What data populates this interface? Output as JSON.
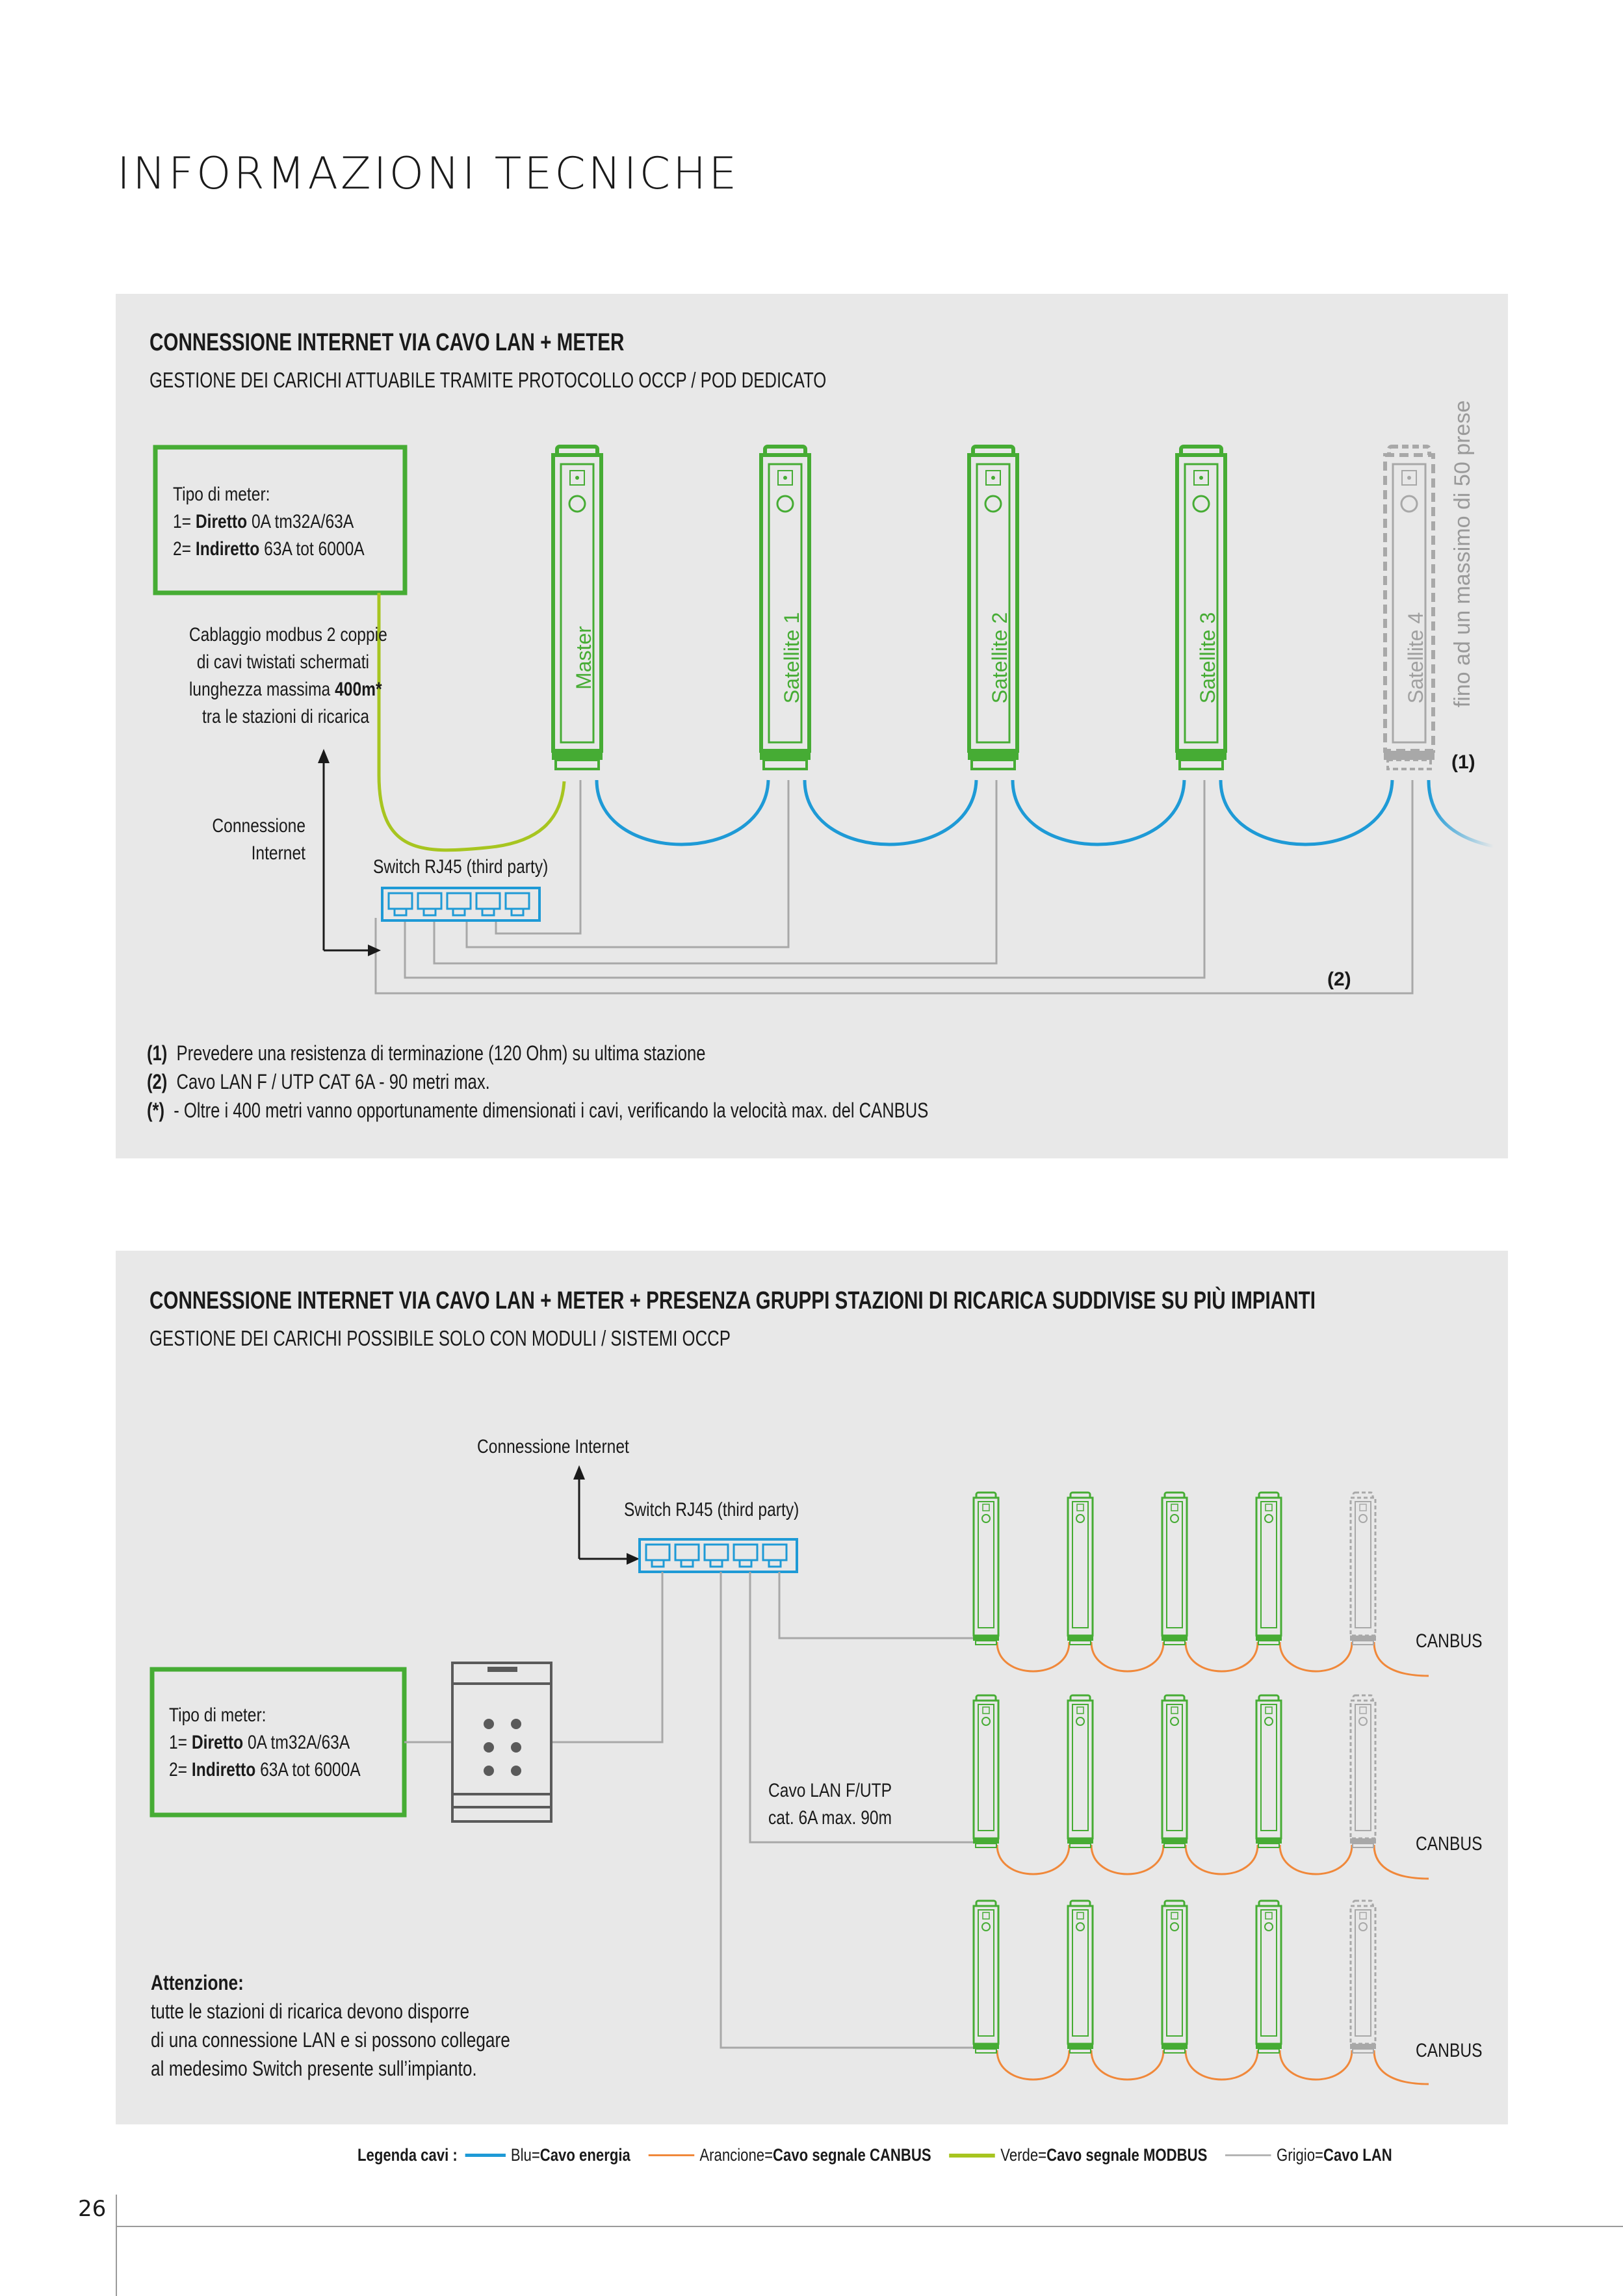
{
  "page": {
    "title": "INFORMAZIONI TECNICHE",
    "number": "26"
  },
  "section1": {
    "heading": "CONNESSIONE INTERNET VIA CAVO LAN + METER",
    "subheading": "GESTIONE DEI CARICHI ATTUABILE TRAMITE PROTOCOLLO OCCP / POD DEDICATO",
    "meter_box": {
      "line1": "Tipo di meter:",
      "line2_prefix": "1= ",
      "line2_bold": "Diretto",
      "line2_rest": " 0A tm32A/63A",
      "line3_prefix": "2= ",
      "line3_bold": "Indiretto",
      "line3_rest": " 63A tot 6000A"
    },
    "modbus_note": {
      "line1": "Cablaggio modbus 2 coppie",
      "line2": "di cavi twistati schermati",
      "line3_prefix": "lunghezza massima ",
      "line3_bold": "400m*",
      "line4": "tra le stazioni di ricarica"
    },
    "internet_label_1": "Connessione",
    "internet_label_2": "Internet",
    "switch_label": "Switch RJ45 (third party)",
    "stations": [
      "Master",
      "Satellite 1",
      "Satellite 2",
      "Satellite 3",
      "Satellite 4"
    ],
    "max_label": "fino ad un massimo di 50 prese",
    "marker_1": "(1)",
    "marker_2": "(2)",
    "notes": [
      {
        "key": "(1)",
        "text": "Prevedere una resistenza di terminazione (120 Ohm) su ultima stazione"
      },
      {
        "key": "(2)",
        "text": "Cavo LAN F / UTP CAT 6A - 90 metri max."
      },
      {
        "key": "(*)",
        "text": "- Oltre i 400 metri vanno opportunamente dimensionati i cavi, verificando la velocità max. del CANBUS"
      }
    ]
  },
  "section2": {
    "heading": "CONNESSIONE INTERNET VIA CAVO LAN + METER + PRESENZA GRUPPI STAZIONI DI RICARICA SUDDIVISE SU PIÙ IMPIANTI",
    "subheading": "GESTIONE DEI CARICHI POSSIBILE SOLO CON MODULI / SISTEMI OCCP",
    "internet_label": "Connessione Internet",
    "switch_label": "Switch RJ45 (third party)",
    "meter_box": {
      "line1": "Tipo di meter:",
      "line2_prefix": "1= ",
      "line2_bold": "Diretto",
      "line2_rest": " 0A tm32A/63A",
      "line3_prefix": "2= ",
      "line3_bold": "Indiretto",
      "line3_rest": " 63A tot 6000A"
    },
    "cable_label_1": "Cavo LAN F/UTP",
    "cable_label_2": "cat. 6A max. 90m",
    "canbus_labels": [
      "CANBUS",
      "CANBUS",
      "CANBUS"
    ],
    "warning_title": "Attenzione:",
    "warning_lines": [
      "tutte le stazioni di ricarica devono disporre",
      "di una connessione LAN e si possono collegare",
      "al medesimo Switch presente sull’impianto."
    ]
  },
  "legend": {
    "title": "Legenda cavi :",
    "items": [
      {
        "color_name": "Blu",
        "eq": " = ",
        "meaning": "Cavo energia",
        "color": "#1e9ad6"
      },
      {
        "color_name": "Arancione",
        "eq": " = ",
        "meaning": "Cavo segnale CANBUS",
        "color": "#f0883a"
      },
      {
        "color_name": "Verde",
        "eq": " = ",
        "meaning": "Cavo segnale MODBUS",
        "color": "#a7c520"
      },
      {
        "color_name": "Grigio",
        "eq": " = ",
        "meaning": "Cavo LAN",
        "color": "#b5b5b5"
      }
    ]
  },
  "colors": {
    "green": "#46ac34",
    "blue": "#1e9ad6",
    "lime": "#a7c520",
    "orange": "#f0883a",
    "gray": "#a8a8a8",
    "panel": "#e8e8e8"
  }
}
